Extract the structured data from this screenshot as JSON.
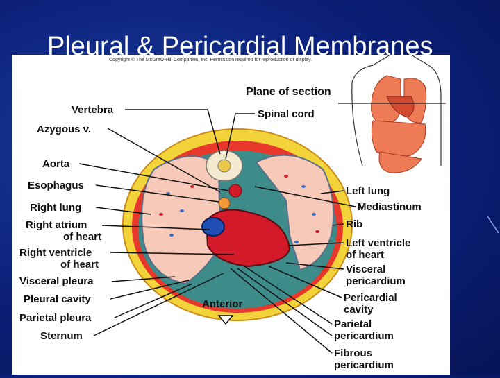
{
  "slide": {
    "title": "Pleural & Pericardial Membranes"
  },
  "figure": {
    "copyright": "Copyright © The McGraw-Hill Companies, Inc. Permission required for reproduction or display.",
    "plane_label": "Plane of section",
    "direction_label": "Anterior",
    "labels_left": [
      "Vertebra",
      "Azygous v.",
      "Aorta",
      "Esophagus",
      "Right lung",
      "Right atrium",
      "of heart",
      "Right ventricle",
      "of heart",
      "Visceral pleura",
      "Pleural cavity",
      "Parietal pleura",
      "Sternum"
    ],
    "labels_right": [
      "Spinal cord",
      "Left lung",
      "Mediastinum",
      "Rib",
      "Left ventricle",
      "of heart",
      "Visceral",
      "pericardium",
      "Pericardial",
      "cavity",
      "Parietal",
      "pericardium",
      "Fibrous",
      "pericardium"
    ]
  },
  "colors": {
    "background": "#0b1f78",
    "heart": "#d21a2a",
    "lung": "#f6c9b8",
    "fat": "#f2d33a",
    "organs": "#ef7a56"
  }
}
